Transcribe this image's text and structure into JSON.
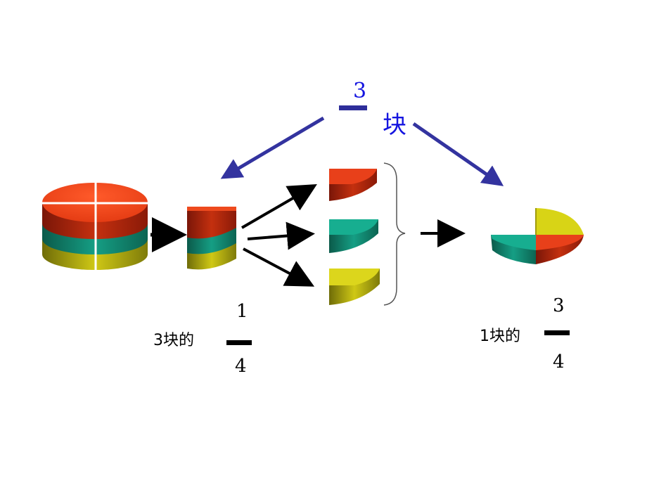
{
  "top_fraction": {
    "numerator": "3",
    "unit": "块"
  },
  "left_label": {
    "prefix": "3块的",
    "numerator": "1",
    "denominator": "4"
  },
  "right_label": {
    "prefix": "1块的",
    "numerator": "3",
    "denominator": "4"
  },
  "colors": {
    "red": "#e03a16",
    "teal": "#12a98a",
    "yellow": "#d8d416",
    "blue_arrow": "#33339f",
    "black": "#000000"
  }
}
